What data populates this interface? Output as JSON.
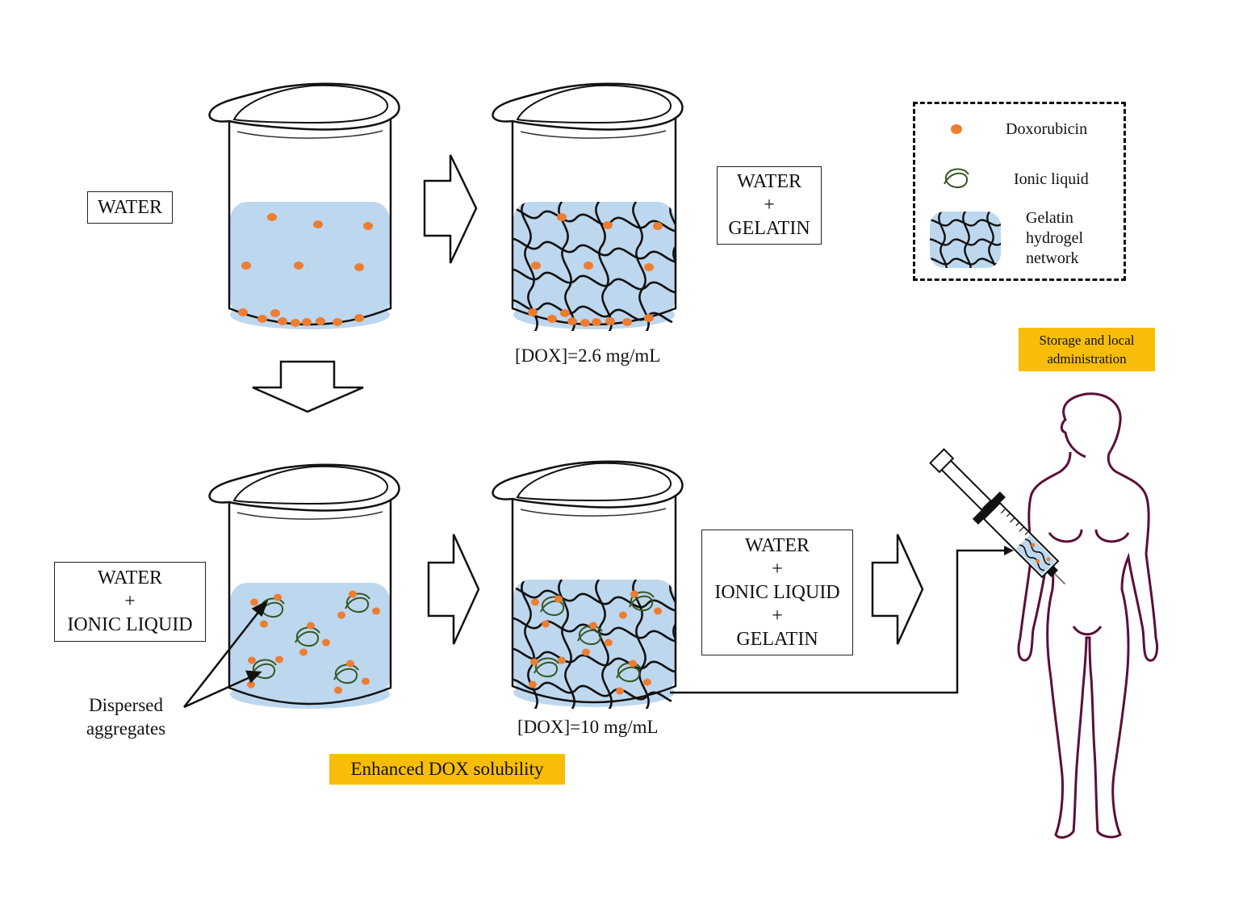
{
  "labels": {
    "water": "WATER",
    "plus": "+",
    "gelatin": "GELATIN",
    "ionic_liquid": "IONIC LIQUID",
    "dox_low": "[DOX]=2.6 mg/mL",
    "dox_high": "[DOX]=10 mg/mL",
    "dispersed_line1": "Dispersed",
    "dispersed_line2": "aggregates",
    "enhanced": "Enhanced DOX solubility",
    "storage_line1": "Storage and local",
    "storage_line2": "administration"
  },
  "legend": {
    "doxorubicin": "Doxorubicin",
    "ionic_liquid": "Ionic liquid",
    "gelatin_line1": "Gelatin",
    "gelatin_line2": "hydrogel",
    "gelatin_line3": "network"
  },
  "colors": {
    "water": "#bdd7ee",
    "doxorubicin": "#ed7d31",
    "ionic_liquid": "#375623",
    "highlight": "#f7bd08",
    "body_outline": "#5b0f3a"
  }
}
